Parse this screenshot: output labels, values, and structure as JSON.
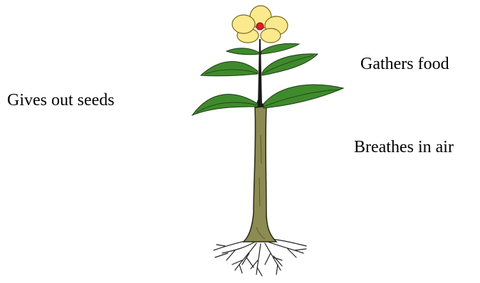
{
  "labels": {
    "left_1": "Gives out seeds",
    "right_1": "Gathers food",
    "right_2": "Breathes in air"
  },
  "colors": {
    "petal": "#fbe98d",
    "petal_outline": "#7a6a20",
    "center": "#e02020",
    "leaf": "#3f8a2c",
    "leaf_outline": "#1d3d14",
    "stem_top": "#1a1a1a",
    "stem": "#8b8b52",
    "stem_outline": "#2b2b18",
    "roots": "#222222"
  }
}
